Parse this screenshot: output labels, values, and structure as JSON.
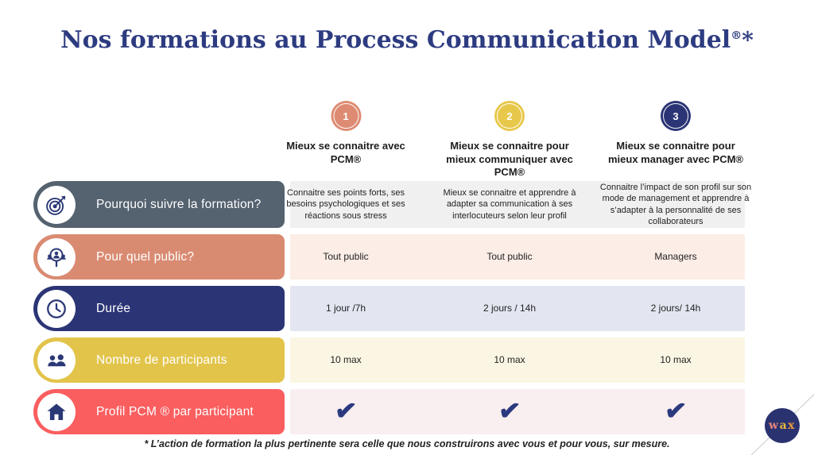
{
  "title": {
    "main": "Nos formations au Process Communication Model",
    "reg": "®",
    "asterisk": "*"
  },
  "columns": [
    {
      "number": "1",
      "header": "Mieux se connaitre avec PCM®",
      "badge_color": "#dd8b72"
    },
    {
      "number": "2",
      "header": "Mieux se connaitre pour mieux communiquer avec PCM®",
      "badge_color": "#e7c84b"
    },
    {
      "number": "3",
      "header": "Mieux se connaitre pour mieux manager avec PCM®",
      "badge_color": "#2b3575"
    }
  ],
  "rows": [
    {
      "label": "Pourquoi suivre la formation?",
      "icon": "target-dart-icon",
      "pill_color": "#55626f",
      "band_color": "#f0f0f0",
      "cells": [
        "Connaitre ses points forts, ses besoins psychologiques et ses réactions sous stress",
        "Mieux se connaitre et apprendre à adapter sa communication à ses interlocuteurs selon leur profil",
        "Connaitre l’impact de son profil sur son mode de management et apprendre à s’adapter à la personnalité de ses collaborateurs"
      ]
    },
    {
      "label": "Pour quel public?",
      "icon": "audience-search-icon",
      "pill_color": "#d98b72",
      "band_color": "#fcede7",
      "cells": [
        "Tout public",
        "Tout public",
        "Managers"
      ]
    },
    {
      "label": "Durée",
      "icon": "clock-icon",
      "pill_color": "#2b3575",
      "band_color": "#e3e6f1",
      "cells": [
        "1 jour /7h",
        "2 jours / 14h",
        "2 jours/ 14h"
      ]
    },
    {
      "label": "Nombre de participants",
      "icon": "people-icon",
      "pill_color": "#e2c44b",
      "band_color": "#fbf6e3",
      "cells": [
        "10 max",
        "10 max",
        "10 max"
      ]
    },
    {
      "label": "Profil PCM ® par participant",
      "icon": "house-icon",
      "pill_color": "#fa5e5f",
      "band_color": "#f9eef0",
      "cells": [
        "✔",
        "✔",
        "✔"
      ]
    }
  ],
  "footer_note": "* L’action de formation la plus pertinente sera celle que nous construirons avec vous et pour vous, sur mesure.",
  "logo": {
    "w": "w",
    "a": "a",
    "x": "x"
  },
  "colors": {
    "title_navy": "#2d3b80",
    "check_navy": "#2b3a7f",
    "slate": "#55626f",
    "salmon": "#d98b72",
    "navy": "#2b3575",
    "yellow": "#e2c44b",
    "coral_red": "#fa5e5f"
  }
}
